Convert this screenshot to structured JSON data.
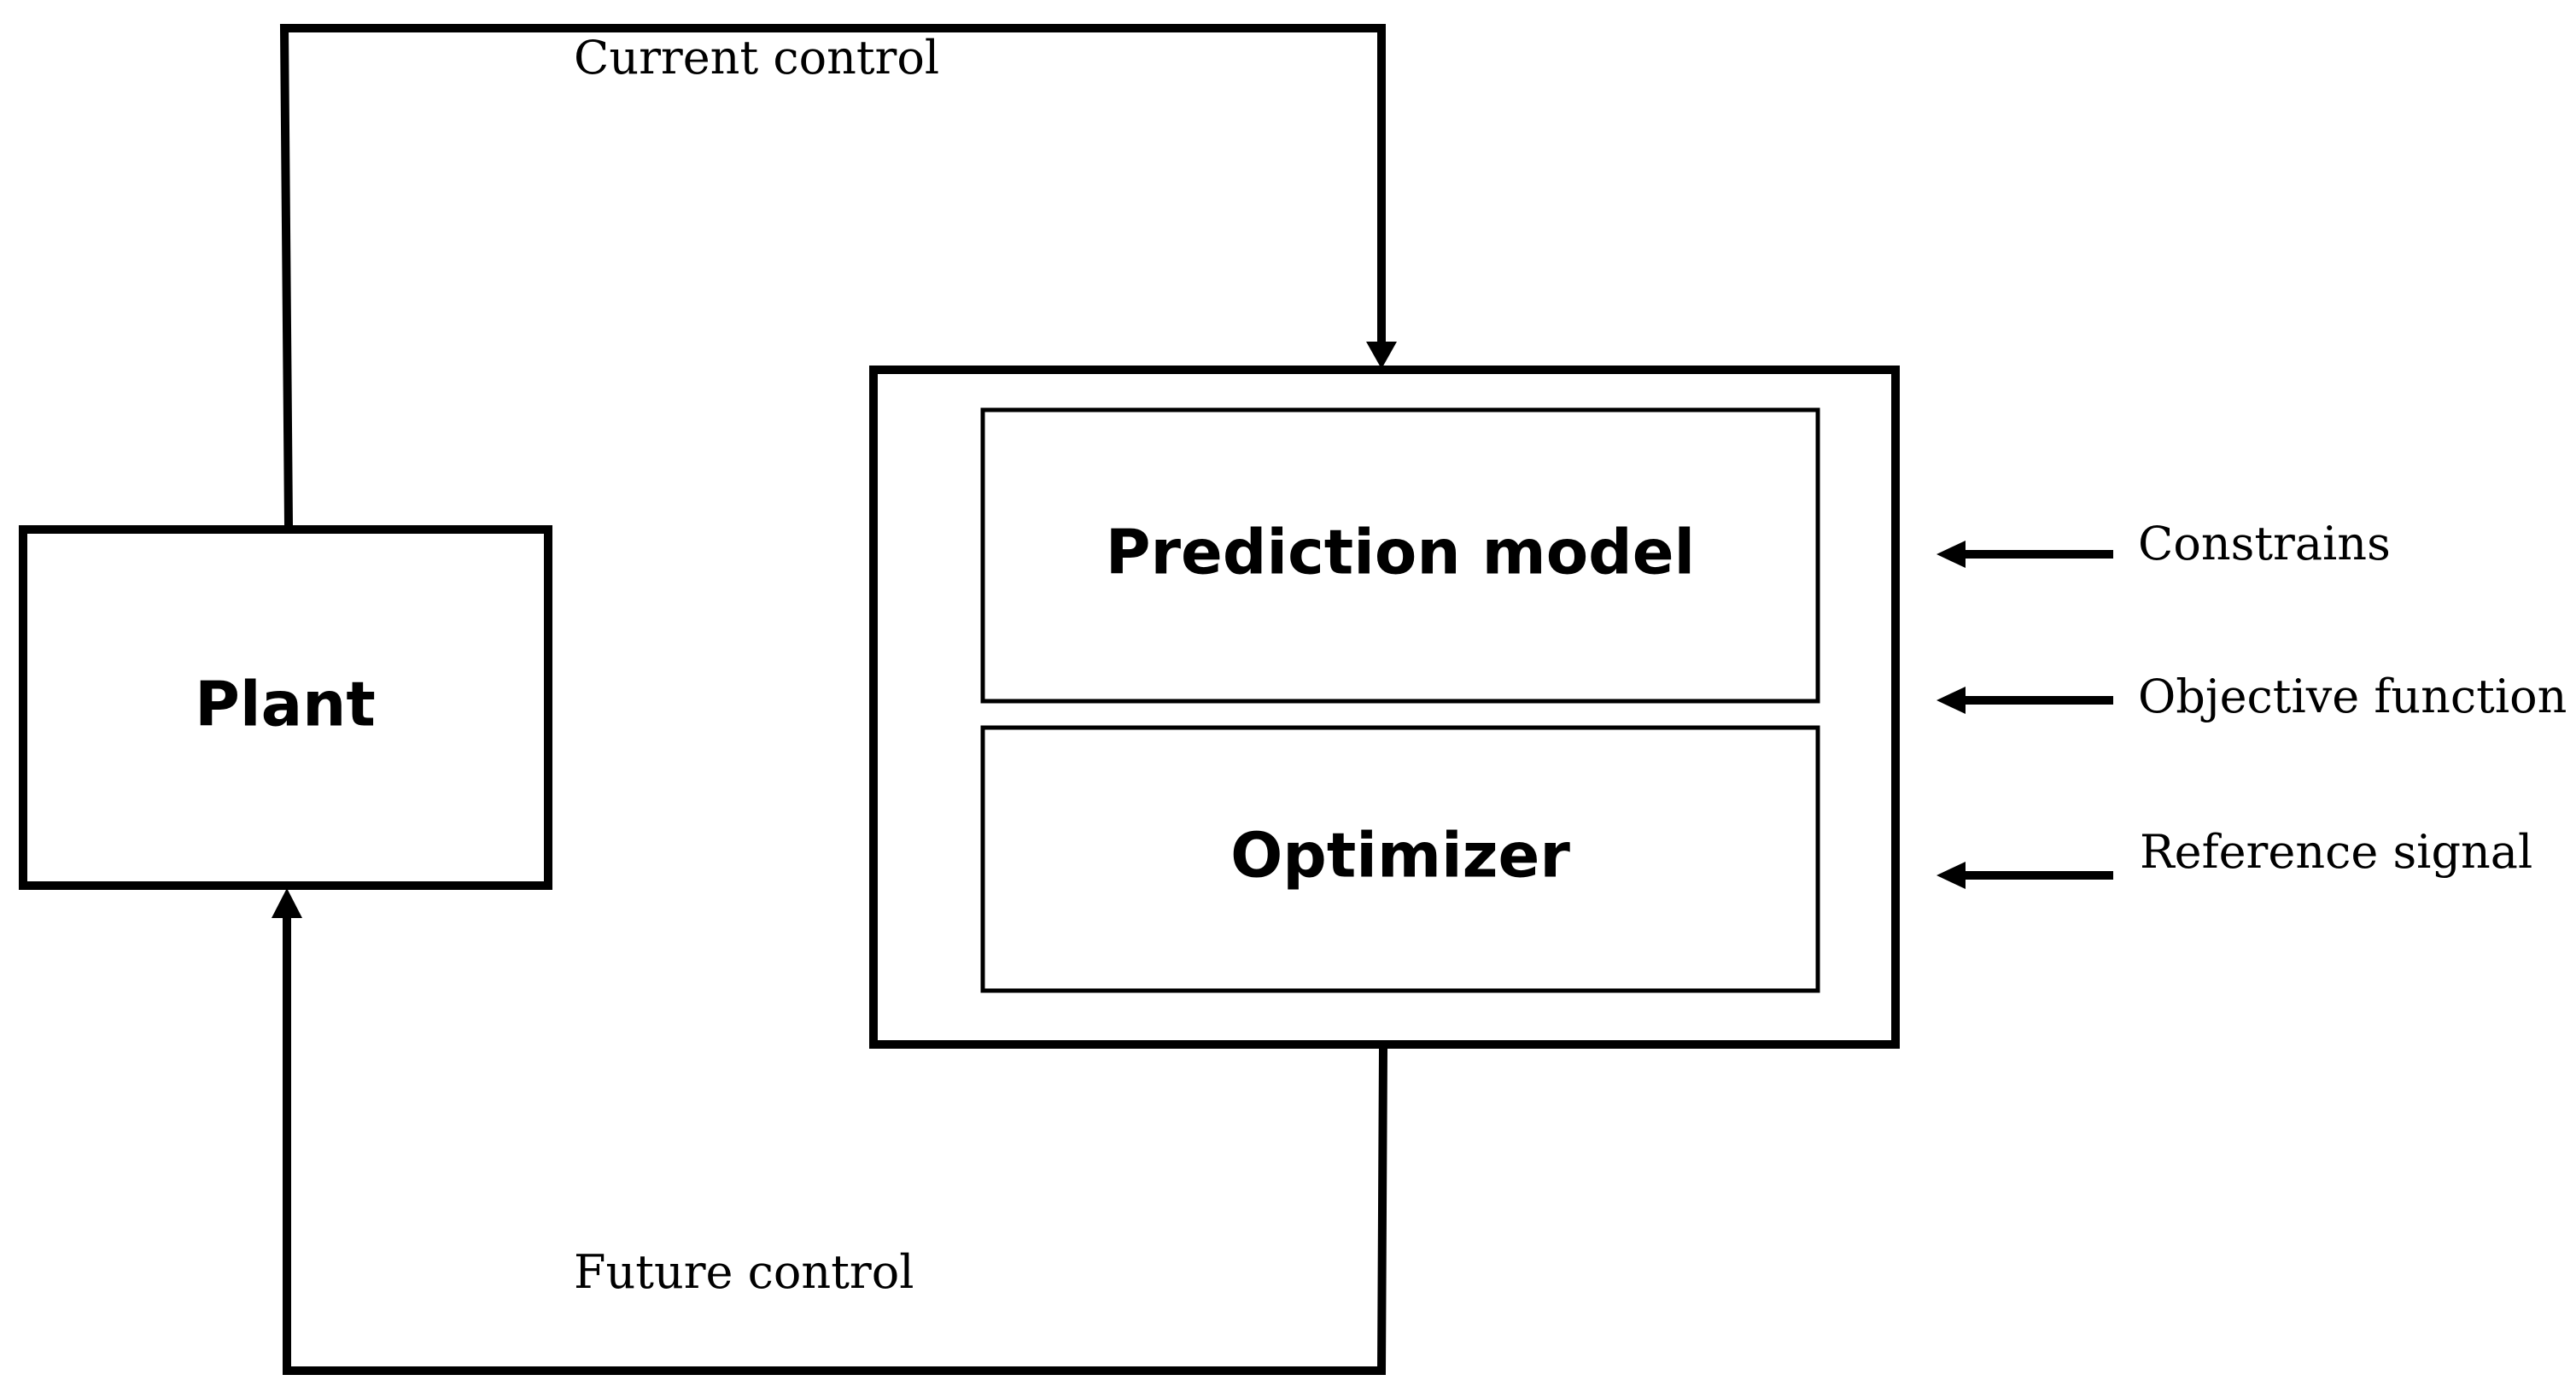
{
  "blocks": {
    "plant": "Plant",
    "prediction_model": "Prediction model",
    "optimizer": "Optimizer"
  },
  "signals": {
    "current_control": "Current control",
    "future_control": "Future control",
    "constrains": "Constrains",
    "objective_function": "Objective function",
    "reference_signal": "Reference signal"
  },
  "colors": {
    "stroke": "#000000",
    "background": "#ffffff"
  }
}
